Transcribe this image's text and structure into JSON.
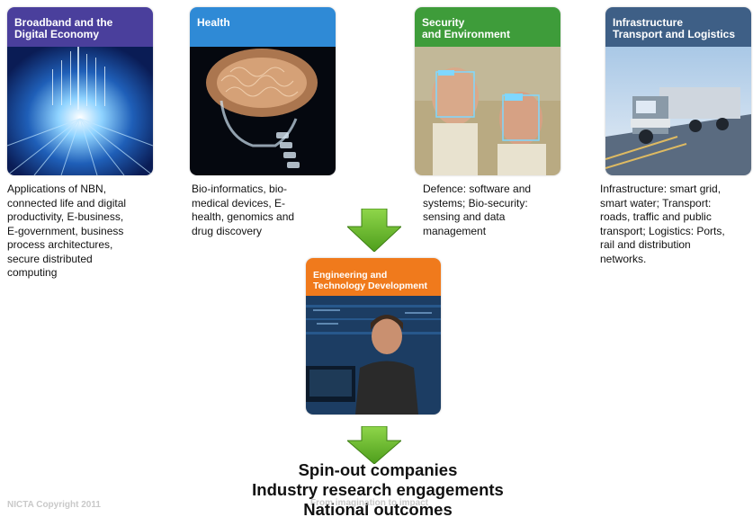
{
  "cards": [
    {
      "title_lines": [
        "Broadband and the",
        "Digital Economy"
      ],
      "header_color": "#4a3f9c",
      "description_lines": [
        "Applications of NBN,",
        "connected life and digital",
        "productivity, E-business,",
        "E-government, business",
        "process architectures,",
        "secure distributed",
        "computing"
      ],
      "image": "digital-data-stream-image"
    },
    {
      "title_lines": [
        "Health"
      ],
      "header_color": "#2f8ad6",
      "description_lines": [
        "Bio-informatics, bio-",
        "medical devices, E-",
        "health, genomics and",
        "drug discovery"
      ],
      "image": "xray-brain-skull-image"
    },
    {
      "title_lines": [
        "Security",
        "and Environment"
      ],
      "header_color": "#3e9c3a",
      "description_lines": [
        "Defence: software and",
        "systems; Bio-security:",
        "sensing and data",
        "management"
      ],
      "image": "face-recognition-image"
    },
    {
      "title_lines": [
        "Infrastructure",
        "Transport and Logistics"
      ],
      "header_color": "#3e5f86",
      "description_lines": [
        "Infrastructure: smart grid,",
        "smart water; Transport:",
        "roads, traffic and public",
        "transport; Logistics: Ports,",
        "rail and distribution",
        "networks."
      ],
      "image": "truck-highway-image"
    }
  ],
  "center_card": {
    "title_lines": [
      "Engineering and",
      "Technology Development"
    ],
    "header_color": "#f07a1c",
    "image": "engineer-at-computer-image"
  },
  "arrow_color": "#6fbf2a",
  "outcomes": [
    "Spin-out companies",
    "Industry research engagements",
    "National outcomes"
  ],
  "footer": {
    "copyright": "NICTA Copyright 2011",
    "tagline": "From imagination to impact"
  }
}
